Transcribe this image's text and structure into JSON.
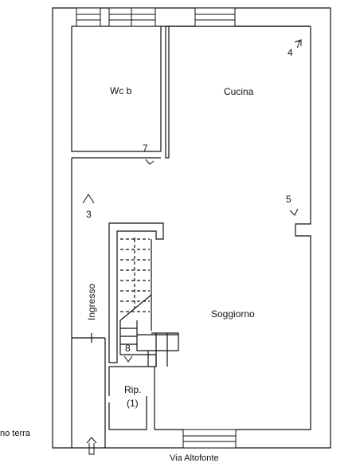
{
  "plan": {
    "rooms": {
      "wc": "Wc b",
      "kitchen": "Cucina",
      "living": "Soggiorno",
      "entrance": "Ingresso",
      "storage_line1": "Rip.",
      "storage_line2": "(1)"
    },
    "view_markers": {
      "kitchen_top": "4",
      "kitchen_top_arrow": "7",
      "near_wc": "7",
      "entrance": "3",
      "living_right": "5",
      "stair": "8"
    },
    "floor_caption": "no terra",
    "street": "Via Altofonte"
  },
  "colors": {
    "line": "#111111",
    "background": "#ffffff"
  }
}
